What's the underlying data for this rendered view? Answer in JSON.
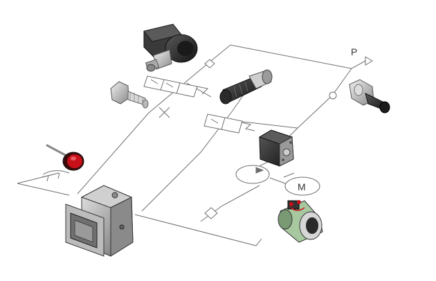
{
  "labels": {
    "pressure_port": "P",
    "motor": "M"
  },
  "components": [
    {
      "name": "solenoid-directional-valve",
      "kind": "solenoid valve"
    },
    {
      "name": "hex-fitting",
      "kind": "fitting"
    },
    {
      "name": "cartridge-valve-center",
      "kind": "cartridge valve"
    },
    {
      "name": "cartridge-valve-right",
      "kind": "check valve"
    },
    {
      "name": "gear-pump",
      "kind": "gear pump"
    },
    {
      "name": "electric-motor",
      "kind": "dc motor"
    },
    {
      "name": "reservoir-tank",
      "kind": "tank"
    },
    {
      "name": "hand-knob",
      "kind": "knob"
    }
  ],
  "colors": {
    "line": "#6e6e6e",
    "metal_dark": "#2a2a2a",
    "metal_mid": "#7a7a7a",
    "metal_light": "#cfcfcf",
    "knob_red": "#c8101a",
    "motor_green": "#a8c8a0"
  }
}
